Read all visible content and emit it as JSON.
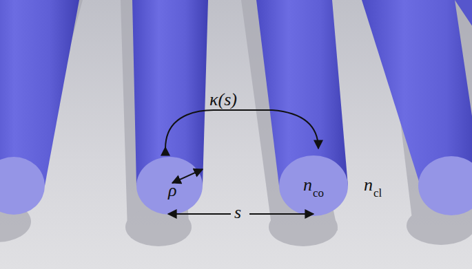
{
  "diagram": {
    "labels": [
      "κ(s)",
      "ρ",
      "n",
      "co",
      "n",
      "cl",
      "s"
    ]
  }
}
